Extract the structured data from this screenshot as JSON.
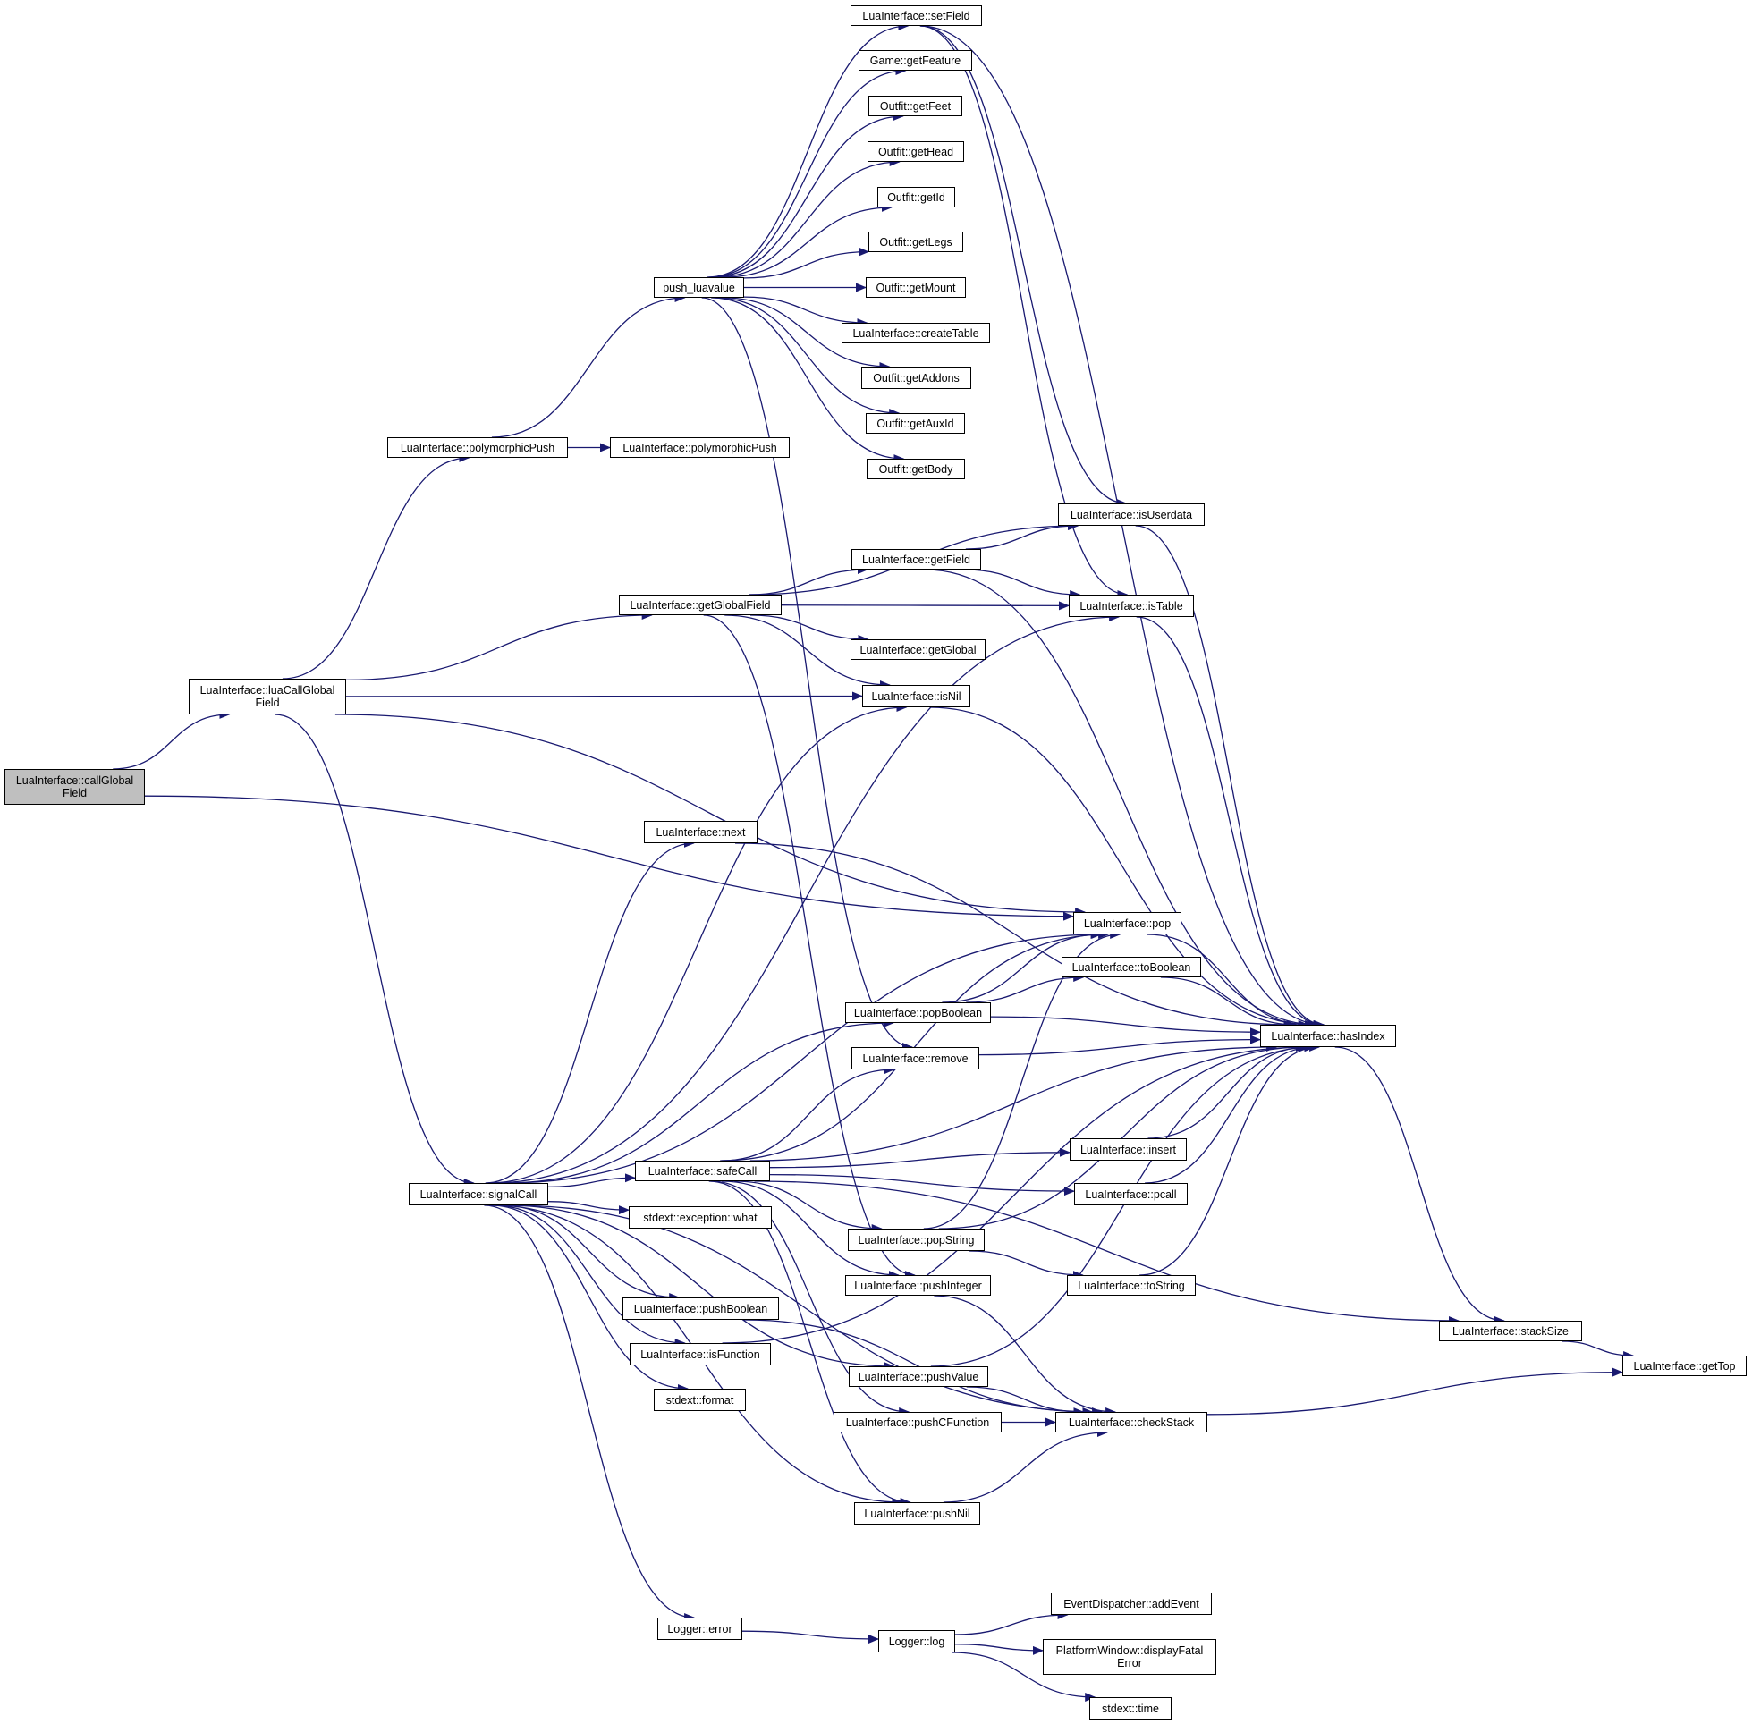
{
  "graph": {
    "edge_color": "#191970",
    "root_fill": "#bfbfbf",
    "nodes": {
      "callGlobalField": "LuaInterface::callGlobal\nField",
      "luaCallGlobalField": "LuaInterface::luaCallGlobal\nField",
      "polymorphicPush1": "LuaInterface::polymorphicPush",
      "polymorphicPush2": "LuaInterface::polymorphicPush",
      "push_luavalue": "push_luavalue",
      "setField": "LuaInterface::setField",
      "getFeature": "Game::getFeature",
      "getFeet": "Outfit::getFeet",
      "getHead": "Outfit::getHead",
      "getId": "Outfit::getId",
      "getLegs": "Outfit::getLegs",
      "getMount": "Outfit::getMount",
      "createTable": "LuaInterface::createTable",
      "getAddons": "Outfit::getAddons",
      "getAuxId": "Outfit::getAuxId",
      "getBody": "Outfit::getBody",
      "isUserdata": "LuaInterface::isUserdata",
      "getField": "LuaInterface::getField",
      "getGlobalField": "LuaInterface::getGlobalField",
      "isTable": "LuaInterface::isTable",
      "getGlobal": "LuaInterface::getGlobal",
      "isNil": "LuaInterface::isNil",
      "next": "LuaInterface::next",
      "pop": "LuaInterface::pop",
      "toBoolean": "LuaInterface::toBoolean",
      "popBoolean": "LuaInterface::popBoolean",
      "hasIndex": "LuaInterface::hasIndex",
      "remove": "LuaInterface::remove",
      "insert": "LuaInterface::insert",
      "safeCall": "LuaInterface::safeCall",
      "pcall": "LuaInterface::pcall",
      "signalCall": "LuaInterface::signalCall",
      "what": "stdext::exception::what",
      "popString": "LuaInterface::popString",
      "pushInteger": "LuaInterface::pushInteger",
      "toString": "LuaInterface::toString",
      "pushBoolean": "LuaInterface::pushBoolean",
      "stackSize": "LuaInterface::stackSize",
      "isFunction": "LuaInterface::isFunction",
      "pushValue": "LuaInterface::pushValue",
      "getTop": "LuaInterface::getTop",
      "format": "stdext::format",
      "pushCFunction": "LuaInterface::pushCFunction",
      "checkStack": "LuaInterface::checkStack",
      "pushNil": "LuaInterface::pushNil",
      "addEvent": "EventDispatcher::addEvent",
      "loggerError": "Logger::error",
      "loggerLog": "Logger::log",
      "displayFatalError": "PlatformWindow::displayFatal\nError",
      "time": "stdext::time"
    },
    "edges": [
      [
        "callGlobalField",
        "luaCallGlobalField"
      ],
      [
        "callGlobalField",
        "pop"
      ],
      [
        "luaCallGlobalField",
        "polymorphicPush1"
      ],
      [
        "luaCallGlobalField",
        "getGlobalField"
      ],
      [
        "luaCallGlobalField",
        "isNil"
      ],
      [
        "luaCallGlobalField",
        "pop"
      ],
      [
        "luaCallGlobalField",
        "signalCall"
      ],
      [
        "polymorphicPush1",
        "push_luavalue"
      ],
      [
        "polymorphicPush1",
        "polymorphicPush2"
      ],
      [
        "push_luavalue",
        "setField"
      ],
      [
        "push_luavalue",
        "getFeature"
      ],
      [
        "push_luavalue",
        "getFeet"
      ],
      [
        "push_luavalue",
        "getHead"
      ],
      [
        "push_luavalue",
        "getId"
      ],
      [
        "push_luavalue",
        "getLegs"
      ],
      [
        "push_luavalue",
        "getMount"
      ],
      [
        "push_luavalue",
        "createTable"
      ],
      [
        "push_luavalue",
        "getAddons"
      ],
      [
        "push_luavalue",
        "getAuxId"
      ],
      [
        "push_luavalue",
        "getBody"
      ],
      [
        "push_luavalue",
        "remove"
      ],
      [
        "setField",
        "isUserdata"
      ],
      [
        "setField",
        "isTable"
      ],
      [
        "setField",
        "hasIndex"
      ],
      [
        "getGlobalField",
        "isUserdata"
      ],
      [
        "getGlobalField",
        "getField"
      ],
      [
        "getGlobalField",
        "isTable"
      ],
      [
        "getGlobalField",
        "getGlobal"
      ],
      [
        "getGlobalField",
        "isNil"
      ],
      [
        "getGlobalField",
        "pushInteger"
      ],
      [
        "getField",
        "isUserdata"
      ],
      [
        "getField",
        "isTable"
      ],
      [
        "getField",
        "hasIndex"
      ],
      [
        "isUserdata",
        "hasIndex"
      ],
      [
        "isTable",
        "hasIndex"
      ],
      [
        "isNil",
        "hasIndex"
      ],
      [
        "next",
        "hasIndex"
      ],
      [
        "pop",
        "hasIndex"
      ],
      [
        "toBoolean",
        "hasIndex"
      ],
      [
        "popBoolean",
        "pop"
      ],
      [
        "popBoolean",
        "toBoolean"
      ],
      [
        "popBoolean",
        "hasIndex"
      ],
      [
        "remove",
        "hasIndex"
      ],
      [
        "insert",
        "hasIndex"
      ],
      [
        "pcall",
        "hasIndex"
      ],
      [
        "safeCall",
        "pop"
      ],
      [
        "safeCall",
        "remove"
      ],
      [
        "safeCall",
        "hasIndex"
      ],
      [
        "safeCall",
        "insert"
      ],
      [
        "safeCall",
        "pcall"
      ],
      [
        "safeCall",
        "popString"
      ],
      [
        "safeCall",
        "pushInteger"
      ],
      [
        "safeCall",
        "stackSize"
      ],
      [
        "safeCall",
        "pushCFunction"
      ],
      [
        "safeCall",
        "pushNil"
      ],
      [
        "signalCall",
        "isNil"
      ],
      [
        "signalCall",
        "isTable"
      ],
      [
        "signalCall",
        "next"
      ],
      [
        "signalCall",
        "pop"
      ],
      [
        "signalCall",
        "popBoolean"
      ],
      [
        "signalCall",
        "safeCall"
      ],
      [
        "signalCall",
        "what"
      ],
      [
        "signalCall",
        "pushBoolean"
      ],
      [
        "signalCall",
        "isFunction"
      ],
      [
        "signalCall",
        "format"
      ],
      [
        "signalCall",
        "pushValue"
      ],
      [
        "signalCall",
        "checkStack"
      ],
      [
        "signalCall",
        "pushNil"
      ],
      [
        "signalCall",
        "loggerError"
      ],
      [
        "popString",
        "pop"
      ],
      [
        "popString",
        "toString"
      ],
      [
        "popString",
        "hasIndex"
      ],
      [
        "toString",
        "hasIndex"
      ],
      [
        "pushInteger",
        "checkStack"
      ],
      [
        "pushBoolean",
        "checkStack"
      ],
      [
        "isFunction",
        "hasIndex"
      ],
      [
        "pushValue",
        "hasIndex"
      ],
      [
        "pushValue",
        "checkStack"
      ],
      [
        "pushCFunction",
        "checkStack"
      ],
      [
        "pushNil",
        "checkStack"
      ],
      [
        "hasIndex",
        "stackSize"
      ],
      [
        "stackSize",
        "getTop"
      ],
      [
        "checkStack",
        "getTop"
      ],
      [
        "loggerError",
        "loggerLog"
      ],
      [
        "loggerLog",
        "addEvent"
      ],
      [
        "loggerLog",
        "displayFatalError"
      ],
      [
        "loggerLog",
        "time"
      ]
    ]
  }
}
